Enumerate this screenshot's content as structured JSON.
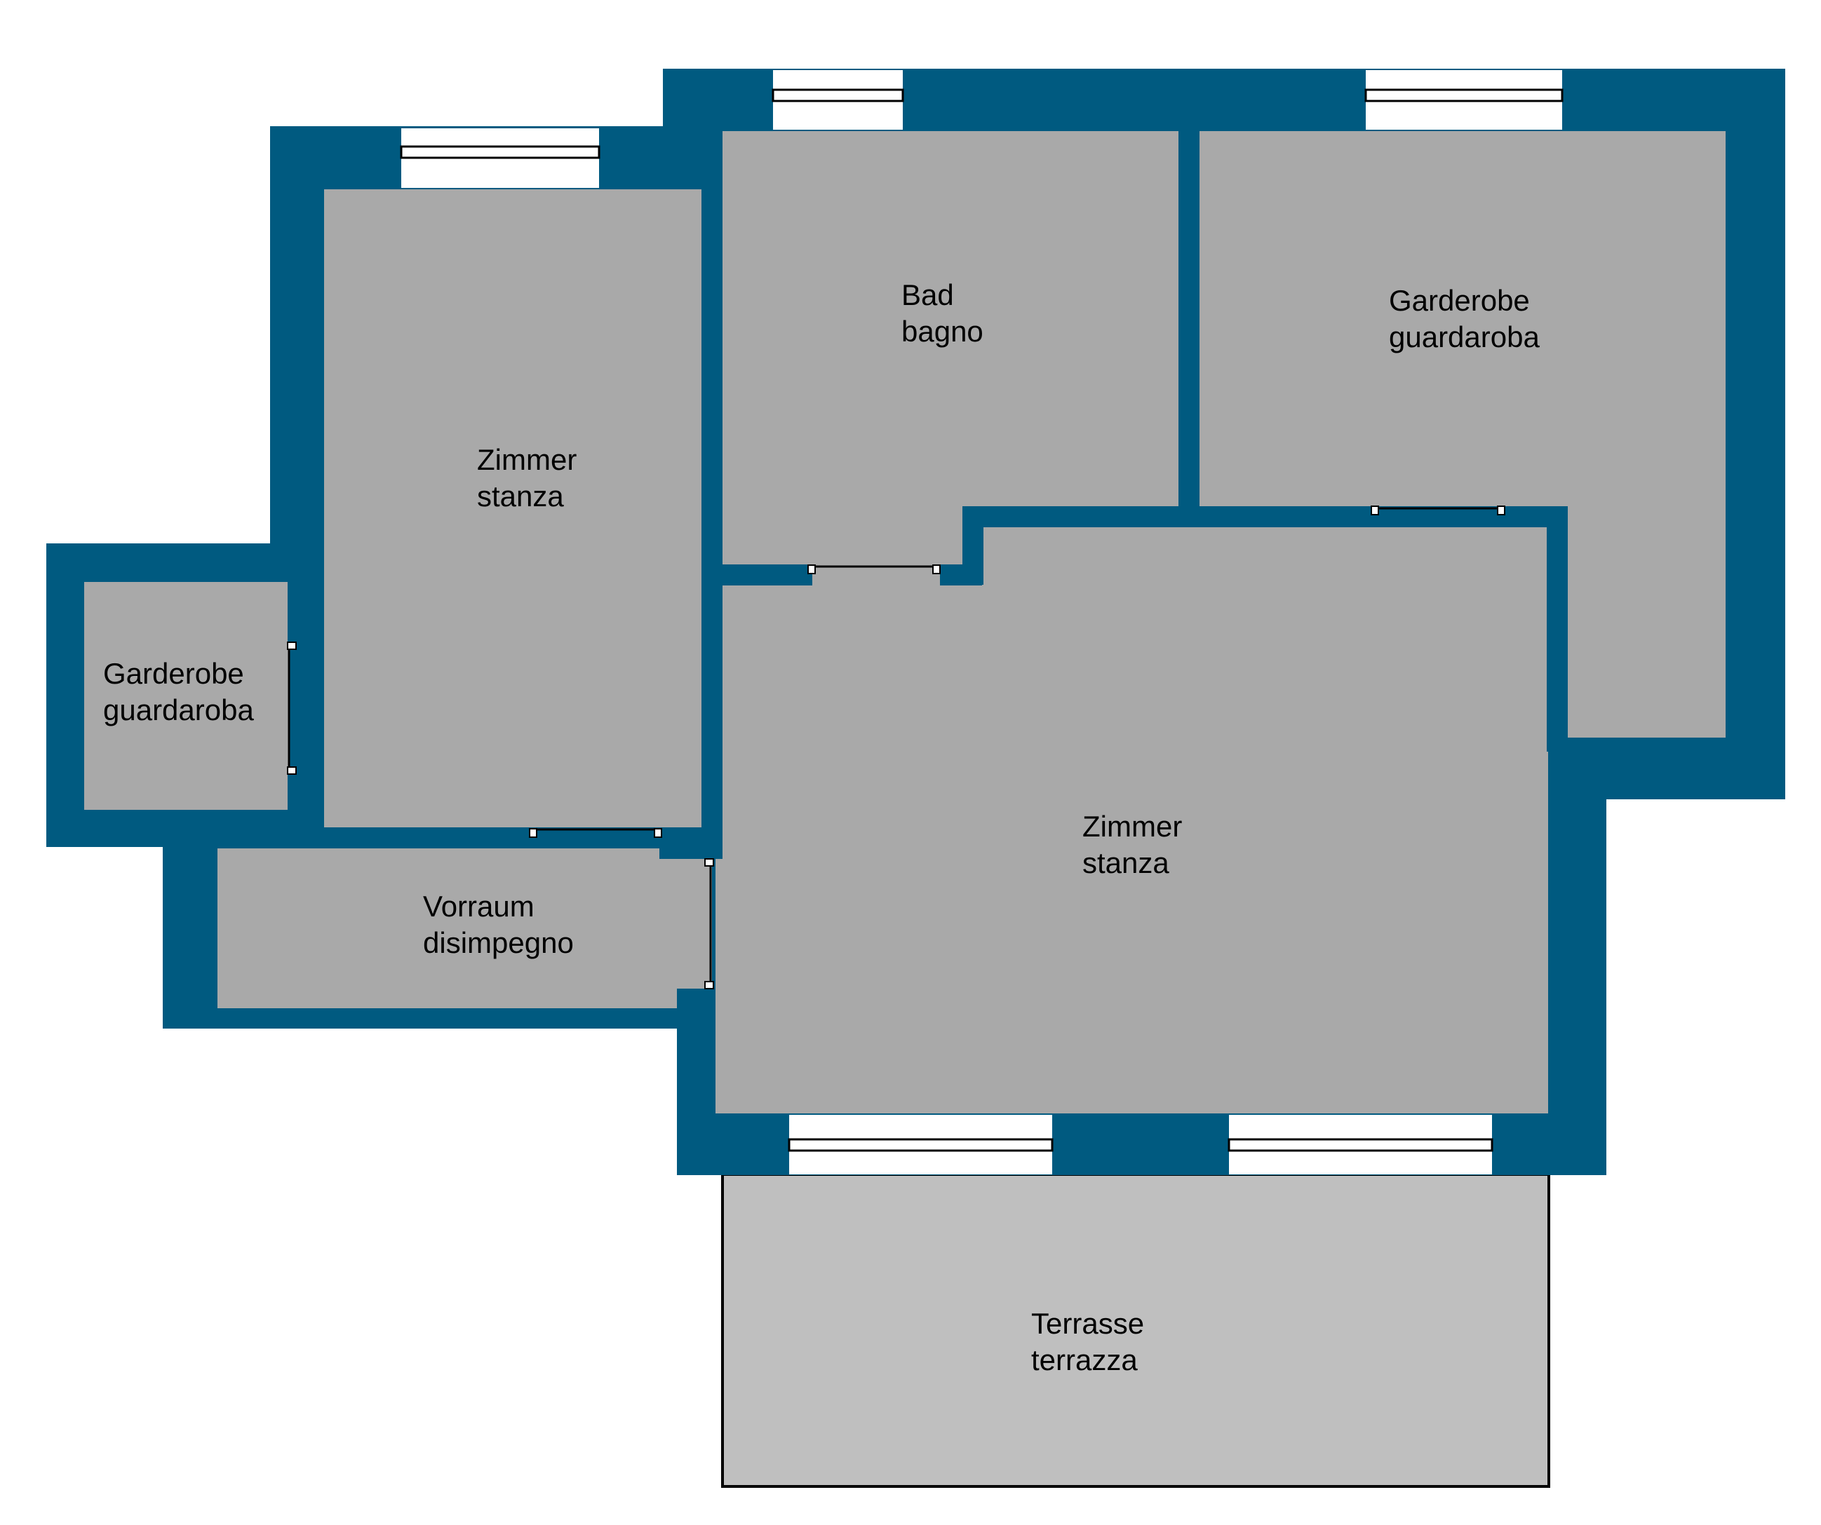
{
  "colors": {
    "wall": "#005a80",
    "room": "#a9a9a9",
    "terrace": "#bfbfbf"
  },
  "rooms": {
    "zimmer_small": {
      "line1": "Zimmer",
      "line2": "stanza"
    },
    "bad": {
      "line1": "Bad",
      "line2": "bagno"
    },
    "garderobe_right": {
      "line1": "Garderobe",
      "line2": "guardaroba"
    },
    "garderobe_left": {
      "line1": "Garderobe",
      "line2": "guardaroba"
    },
    "zimmer_large": {
      "line1": "Zimmer",
      "line2": "stanza"
    },
    "vorraum": {
      "line1": "Vorraum",
      "line2": "disimpegno"
    },
    "terrasse": {
      "line1": "Terrasse",
      "line2": "terrazza"
    }
  }
}
